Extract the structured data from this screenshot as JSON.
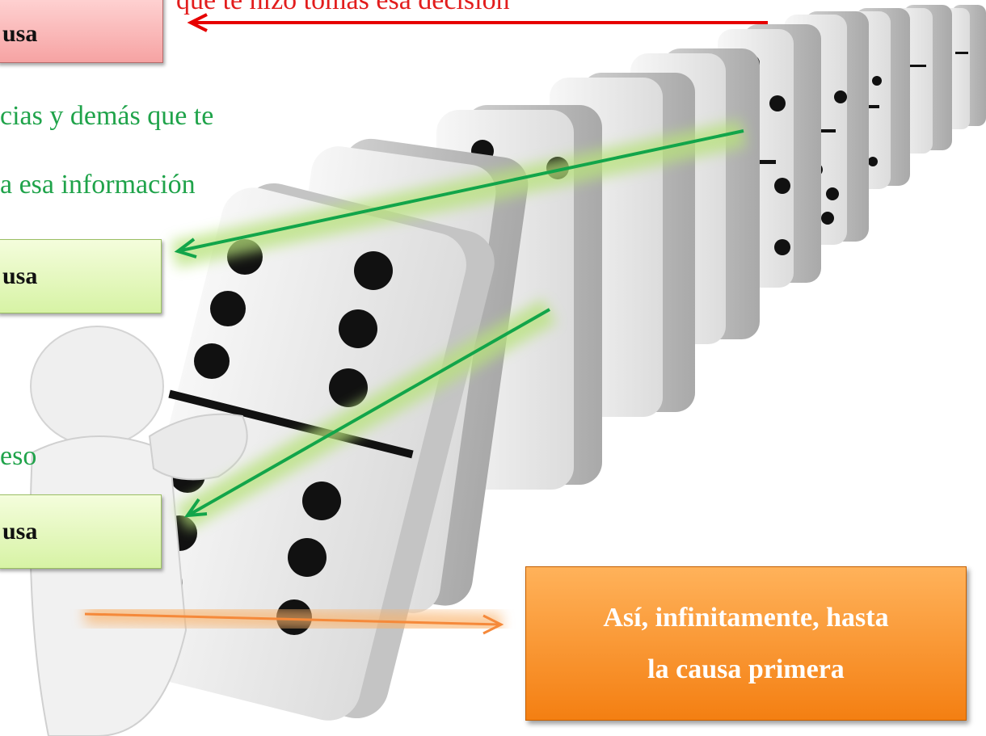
{
  "top_note": "que te hizo tomas esa decisión",
  "box_top": "usa",
  "green_line1": "cias y demás que te",
  "green_line2": "a esa información",
  "box_middle": "usa",
  "green_line3": "eso",
  "box_bottom": "usa",
  "orange_box": {
    "line1": "Así, infinitamente, hasta",
    "line2": "la causa primera"
  },
  "colors": {
    "red_arrow": "#e60000",
    "green_arrow": "#12a54a",
    "orange_arrow": "#f5893a",
    "green_glow": "#b7e27a",
    "red_glow": "#ff9a9a"
  }
}
